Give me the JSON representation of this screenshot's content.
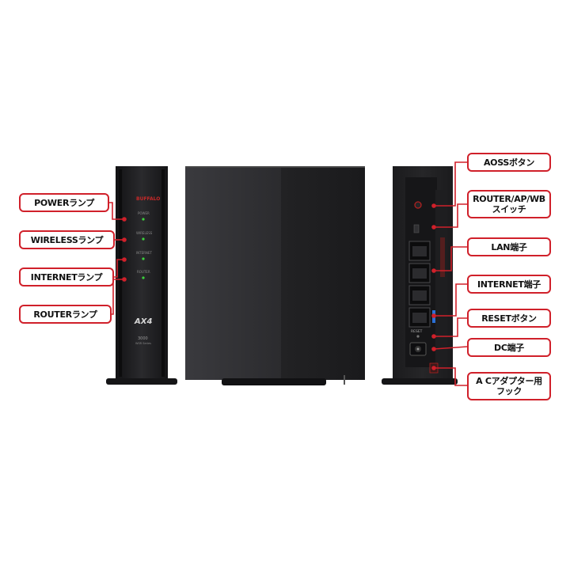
{
  "device": {
    "brand_mark": "BUFFALO",
    "model_logo": "AX4",
    "model_sub_1": "3000",
    "model_sub_2": "WSR Series",
    "front_lamps": [
      "POWER",
      "WIRELESS",
      "INTERNET",
      "ROUTER"
    ],
    "back_reset": "RESET"
  },
  "left_labels": [
    "POWERランプ",
    "WIRELESSランプ",
    "INTERNETランプ",
    "ROUTERランプ"
  ],
  "right_labels": [
    "AOSSボタン",
    "ROUTER/AP/WB\nスイッチ",
    "LAN端子",
    "INTERNET端子",
    "RESETボタン",
    "DC端子",
    "A Cアダプター用\nフック"
  ],
  "colors": {
    "callout": "#d0202a",
    "body": "#1f1f21",
    "lamp": "#3bd23b"
  }
}
